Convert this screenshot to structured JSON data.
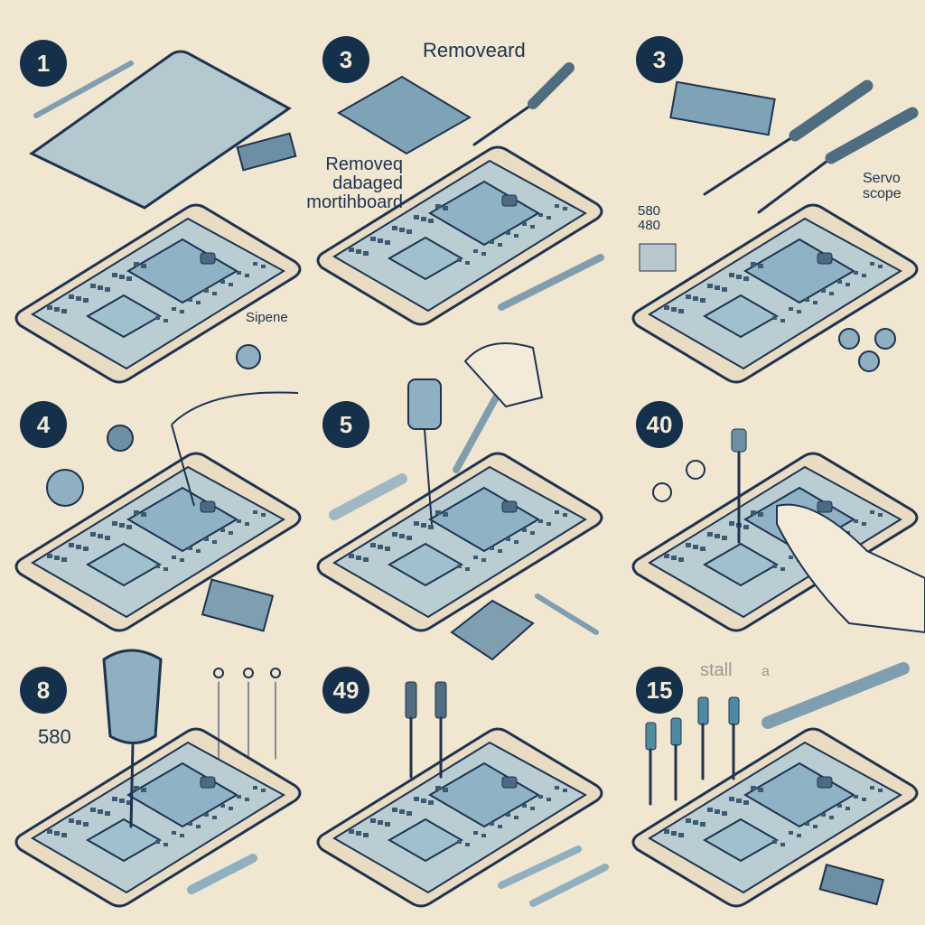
{
  "steps": [
    {
      "badge": "1",
      "labels": [
        "Sipene"
      ]
    },
    {
      "badge": "3",
      "labels": [
        "Removeard",
        "Removeq\ndabaged\nmortihboard"
      ]
    },
    {
      "badge": "3",
      "labels": [
        "Servo\nscope",
        "580\n480"
      ]
    },
    {
      "badge": "4",
      "labels": []
    },
    {
      "badge": "5",
      "labels": []
    },
    {
      "badge": "40",
      "labels": []
    },
    {
      "badge": "8",
      "labels": [
        "580"
      ]
    },
    {
      "badge": "49",
      "labels": []
    },
    {
      "badge": "15",
      "labels": [
        "stall",
        "a"
      ]
    }
  ],
  "colors": {
    "background": "#f1e6cf",
    "ink": "#1d3350",
    "board": "#8fb3c4",
    "badge": "#14304a"
  }
}
